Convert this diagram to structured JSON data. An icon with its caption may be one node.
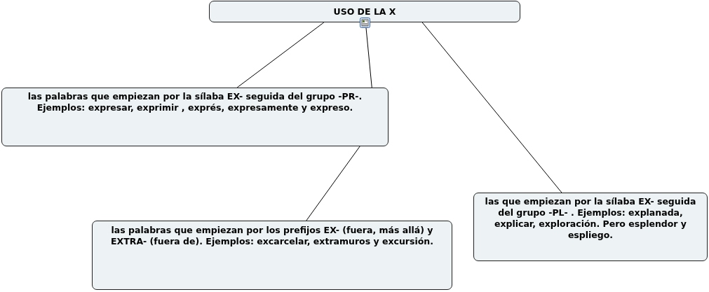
{
  "diagram": {
    "nodes": [
      {
        "text": [
          "USO DE LA X"
        ]
      },
      {
        "text": [],
        "shape": "picture"
      },
      {
        "text": [
          "las palabras que empiezan por la sílaba EX- seguida del grupo -PR-. Ejemplos: expresar, exprimir , exprés, expresamente y expreso."
        ]
      },
      {
        "text": [
          "las palabras que empiezan por los prefijos EX- (fuera, más allá) y EXTRA- (fuera de). Ejemplos: excarcelar, extramuros y excursión."
        ]
      },
      {
        "text": [
          "las que empiezan por la sílaba EX- seguida del grupo -PL- . Ejemplos: explanada, explicar, exploración. Pero esplendor y espliego."
        ]
      }
    ],
    "edges": [
      {
        "from": 0,
        "to": 2,
        "arrow": "none"
      },
      {
        "from": 1,
        "to": 2,
        "arrow": "none"
      },
      {
        "from": 2,
        "to": 3,
        "arrow": "none"
      },
      {
        "from": 0,
        "to": 4,
        "arrow": "none"
      }
    ]
  }
}
